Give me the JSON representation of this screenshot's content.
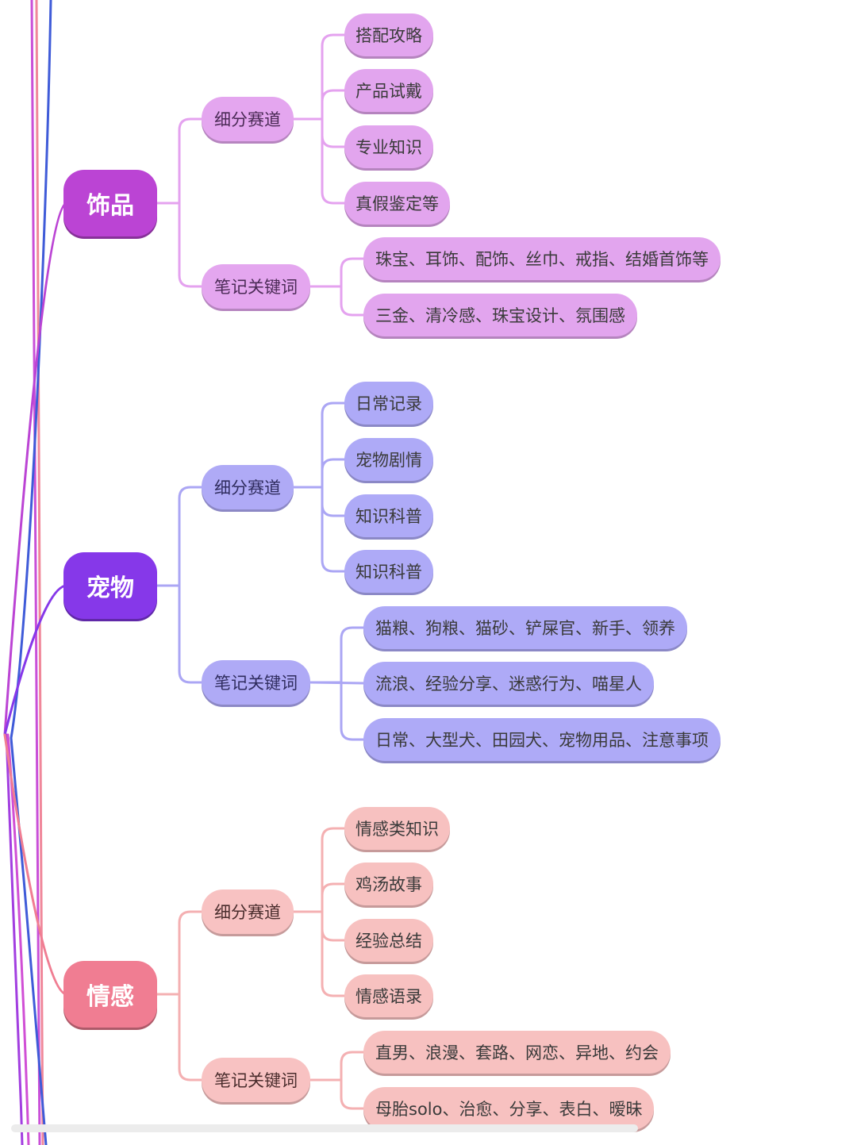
{
  "groups": [
    {
      "title": "饰品",
      "colors": {
        "main": "#bb44d4",
        "sub": "#e4a6ef",
        "leaf": "#e2a5ee",
        "line": "#e4a2ef",
        "text": "#4a2a55"
      },
      "track": {
        "label": "细分赛道",
        "items": [
          "搭配攻略",
          "产品试戴",
          "专业知识",
          "真假鉴定等"
        ]
      },
      "keywords": {
        "label": "笔记关键词",
        "items": [
          "珠宝、耳饰、配饰、丝巾、戒指、结婚首饰等",
          "三金、清冷感、珠宝设计、氛围感"
        ]
      }
    },
    {
      "title": "宠物",
      "colors": {
        "main": "#8638e9",
        "sub": "#afaaf6",
        "leaf": "#aeaaf7",
        "line": "#aba6f4",
        "text": "#2f2c5e"
      },
      "track": {
        "label": "细分赛道",
        "items": [
          "日常记录",
          "宠物剧情",
          "知识科普",
          "知识科普"
        ]
      },
      "keywords": {
        "label": "笔记关键词",
        "items": [
          "猫粮、狗粮、猫砂、铲屎官、新手、领养",
          "流浪、经验分享、迷惑行为、喵星人",
          "日常、大型犬、田园犬、宠物用品、注意事项"
        ]
      }
    },
    {
      "title": "情感",
      "colors": {
        "main": "#f07d92",
        "sub": "#f8c2c2",
        "leaf": "#f7c1c0",
        "line": "#f4b0b2",
        "text": "#4a2d2d"
      },
      "track": {
        "label": "细分赛道",
        "items": [
          "情感类知识",
          "鸡汤故事",
          "经验总结",
          "情感语录"
        ]
      },
      "keywords": {
        "label": "笔记关键词",
        "items": [
          "直男、浪漫、套路、网恋、异地、约会",
          "母胎solo、治愈、分享、表白、暧昧"
        ]
      }
    }
  ]
}
